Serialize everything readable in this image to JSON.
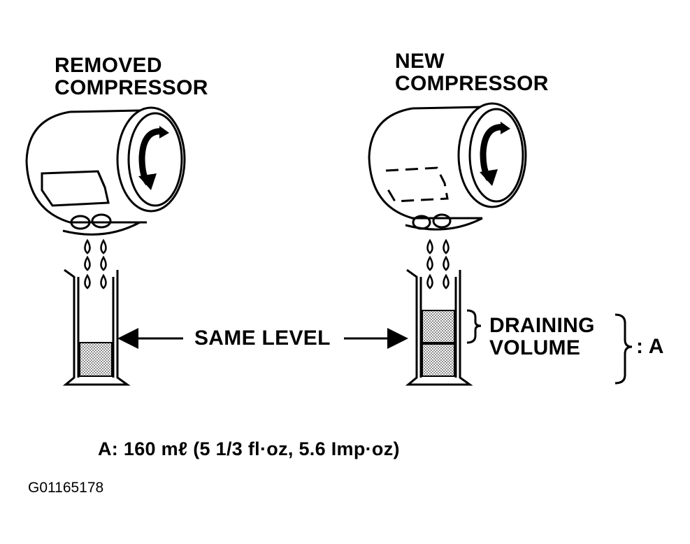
{
  "labels": {
    "removed_line1": "REMOVED",
    "removed_line2": "COMPRESSOR",
    "new_line1": "NEW",
    "new_line2": "COMPRESSOR",
    "same_level": "SAME LEVEL",
    "draining_line1": "DRAINING",
    "draining_line2": "VOLUME",
    "a_marker": ": A",
    "spec": "A: 160 mℓ (5 1/3 fl·oz, 5.6 Imp·oz)",
    "figure_code": "G01165178"
  }
}
